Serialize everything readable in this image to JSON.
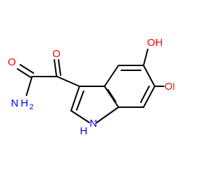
{
  "molecule": {
    "atoms": {
      "o_ketone": "O",
      "o_amide": "O",
      "nh2_n": "N",
      "nh2_h": "H",
      "nh2_sub": "2",
      "oh_5": "OH",
      "oh_6": "OH",
      "indole_n": "N",
      "indole_h": "H"
    },
    "colors": {
      "oxygen": "#ff0000",
      "nitrogen": "#0000ff",
      "carbon_bonds": "#000000",
      "background": "#ffffff"
    }
  }
}
